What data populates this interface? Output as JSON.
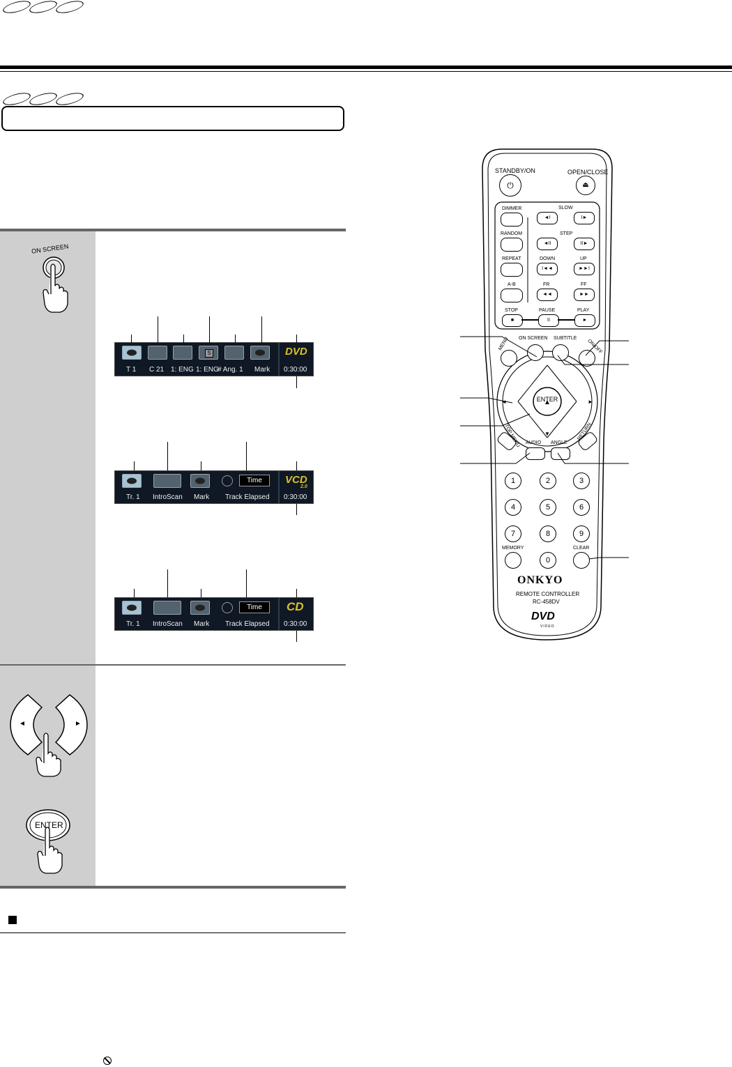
{
  "hand_buttons": {
    "on_screen_label": "ON SCREEN",
    "enter_label": "ENTER",
    "left_arrow": "◄",
    "right_arrow": "►"
  },
  "osd_dvd": {
    "labels": [
      "T   1",
      "C  21",
      "1: ENG",
      "1: ENG",
      "# Ang. 1",
      "Mark"
    ],
    "time": "0:30:00",
    "logo": "DVD"
  },
  "osd_vcd": {
    "labels": [
      "Tr.  1",
      "IntroScan",
      "Mark",
      "Track Elapsed"
    ],
    "time_box": "Time",
    "time": "0:30:00",
    "logo": "VCD",
    "logo_sub": "2.0"
  },
  "osd_cd": {
    "labels": [
      "Tr.  1",
      "IntroScan",
      "Mark",
      "Track Elapsed"
    ],
    "time_box": "Time",
    "time": "0:30:00",
    "logo": "CD"
  },
  "remote": {
    "standby": "STANDBY/ON",
    "open_close": "OPEN/CLOSE",
    "dimmer": "DIMMER",
    "random": "RANDOM",
    "repeat": "REPEAT",
    "ab": "A-B",
    "slow": "SLOW",
    "step": "STEP",
    "down": "DOWN",
    "up": "UP",
    "fr": "FR",
    "ff": "FF",
    "stop": "STOP",
    "pause": "PAUSE",
    "play": "PLAY",
    "menu": "MENU",
    "on_screen": "ON SCREEN",
    "subtitle": "SUBTITLE",
    "on_off": "ON/OFF",
    "enter": "ENTER",
    "top_menu": "TOP MENU",
    "return": "RETURN",
    "audio": "AUDIO",
    "angle": "ANGLE",
    "digits": [
      "1",
      "2",
      "3",
      "4",
      "5",
      "6",
      "7",
      "8",
      "9",
      "0"
    ],
    "memory": "MEMORY",
    "clear": "CLEAR",
    "brand": "ONKYO",
    "model_line1": "REMOTE CONTROLLER",
    "model_line2": "RC-458DV",
    "dvd_logo": "DVD",
    "dvd_sub": "VIDEO"
  }
}
